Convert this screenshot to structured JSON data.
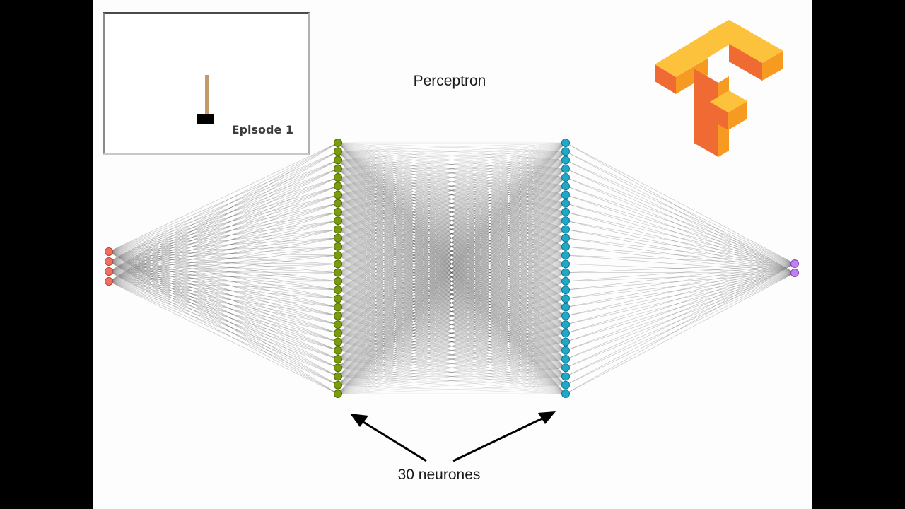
{
  "diagram": {
    "title": "Perceptron",
    "arrow_label": "30 neurones",
    "layers": [
      {
        "name": "input",
        "neurons": 4,
        "color": "#f07060",
        "stroke": "#c04030"
      },
      {
        "name": "hidden-1",
        "neurons": 30,
        "color": "#7a9a10",
        "stroke": "#4f6a00"
      },
      {
        "name": "hidden-2",
        "neurons": 30,
        "color": "#20a8c8",
        "stroke": "#107890"
      },
      {
        "name": "output",
        "neurons": 2,
        "color": "#c080f0",
        "stroke": "#8040b0"
      }
    ],
    "edge_color": "#444444"
  },
  "cartpole": {
    "episode_label": "Episode 1"
  },
  "logo": {
    "name": "tensorflow-logo",
    "colors": {
      "top": "#fcc23c",
      "front": "#f06b33",
      "side": "#f79a22"
    }
  }
}
